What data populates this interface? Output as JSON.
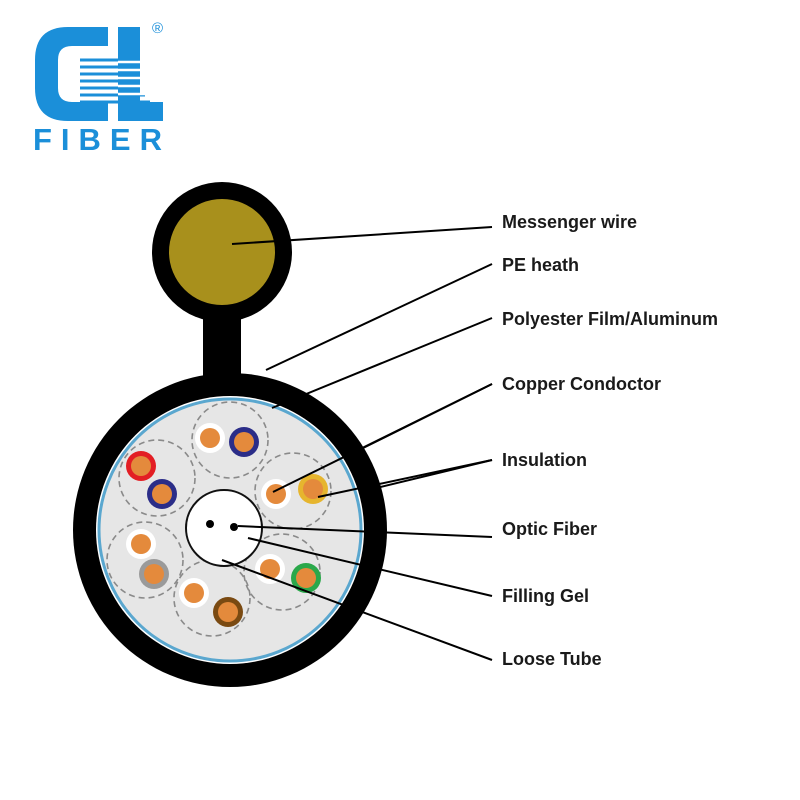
{
  "brand": {
    "wordmark": "FIBER",
    "registered": "®",
    "logo_icon": "gl-monogram-icon",
    "color": "#1b8fd9"
  },
  "labels": {
    "messenger_wire": "Messenger wire",
    "pe_sheath": "PE heath",
    "polyester_film": "Polyester Film/Aluminum",
    "copper_conductor": "Copper Condoctor",
    "insulation": "Insulation",
    "optic_fiber": "Optic Fiber",
    "filling_gel": "Filling Gel",
    "loose_tube": "Loose Tube"
  },
  "colors": {
    "sheath": "#000000",
    "messenger_core": "#a8901c",
    "aluminum_film": "#5aa7cf",
    "filling_gel": "#e6e6e6",
    "copper": "#e48a3c",
    "pair_red": "#e31e24",
    "pair_blue": "#2b2d88",
    "pair_yellow": "#e6b52e",
    "pair_green": "#2aa84a",
    "pair_gray": "#9a9a9a",
    "pair_brown": "#7a4a12"
  }
}
